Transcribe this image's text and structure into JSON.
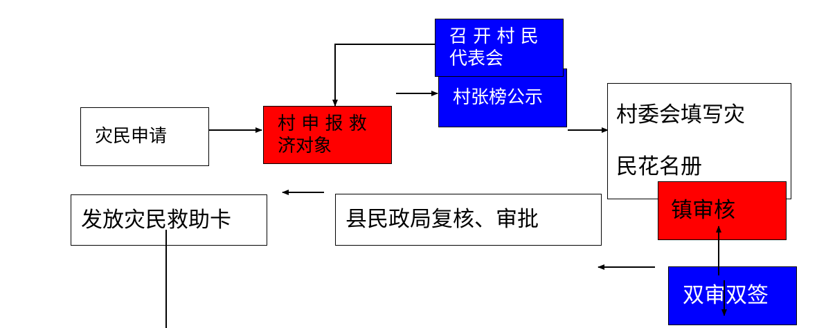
{
  "nodes": {
    "apply": "灾民申请",
    "report": "村 申 报 救\n济对象",
    "meeting": "召 开 村 民\n代表会",
    "publish": "村张榜公示",
    "register": "村委会填写灾\n\n民花名册",
    "town": "镇审核",
    "double": "双审双签",
    "county": "县民政局复核、审批",
    "issue": "发放灾民救助卡"
  },
  "colors": {
    "red_box": "#ff0000",
    "blue_box": "#0000ff",
    "line": "#000000"
  }
}
